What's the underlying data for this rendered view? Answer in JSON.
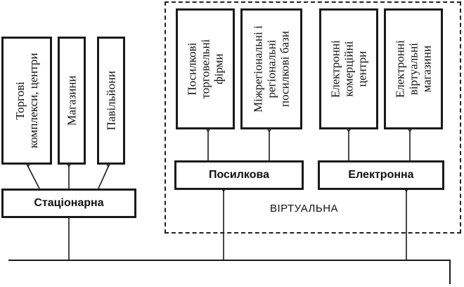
{
  "stationary": {
    "label": "Стаціонарна",
    "children": [
      "Торгові\nкомплекси, центри",
      "Магазини",
      "Павільйони"
    ]
  },
  "virtual": {
    "label": "ВІРТУАЛЬНА",
    "mail": {
      "label": "Посилкова",
      "children": [
        "Посилкові\nторговельні\nфірми",
        "Міжрегіональні і\nрегіональні\nпосилкові бази"
      ]
    },
    "electronic": {
      "label": "Електронна",
      "children": [
        "Електронні\nкомерційні\nцентри",
        "Електронні\nвіртуальні\nмагазини"
      ]
    }
  }
}
